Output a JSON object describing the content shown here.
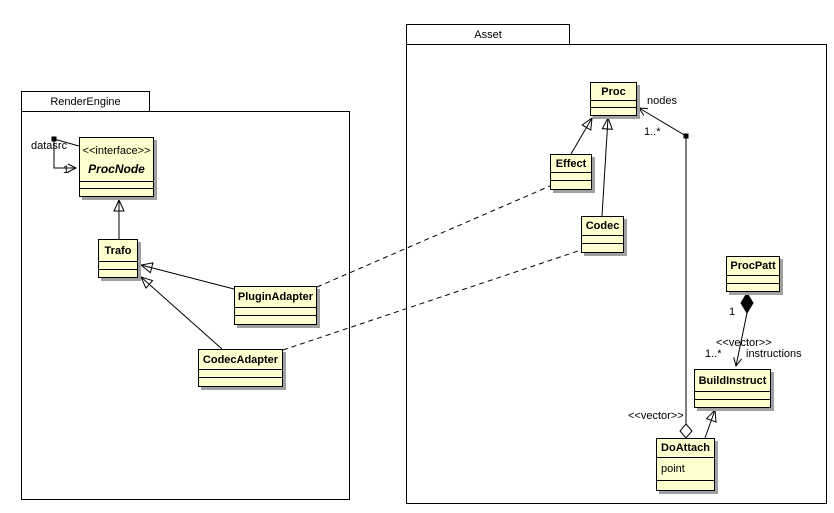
{
  "packages": {
    "render_engine": {
      "name": "RenderEngine"
    },
    "asset": {
      "name": "Asset"
    }
  },
  "classes": {
    "proc_node": {
      "stereotype": "<<interface>>",
      "name": "ProcNode"
    },
    "trafo": {
      "name": "Trafo"
    },
    "plugin_adapter": {
      "name": "PluginAdapter"
    },
    "codec_adapter": {
      "name": "CodecAdapter"
    },
    "proc": {
      "name": "Proc"
    },
    "effect": {
      "name": "Effect"
    },
    "codec": {
      "name": "Codec"
    },
    "proc_patt": {
      "name": "ProcPatt"
    },
    "build_instruct": {
      "name": "BuildInstruct"
    },
    "do_attach": {
      "name": "DoAttach",
      "attributes": [
        "point"
      ]
    }
  },
  "edge_labels": {
    "datasrc_name": "datasrc",
    "datasrc_multiplicity": "1",
    "nodes_name": "nodes",
    "nodes_multiplicity": "1..*",
    "attach_stereotype": "<<vector>>",
    "procpatt_multiplicity": "1",
    "instructions_stereotype": "<<vector>>",
    "instructions_multiplicity": "1..*",
    "instructions_name": "instructions"
  },
  "relationships": [
    "Trafo --|> ProcNode",
    "PluginAdapter --|> Trafo",
    "CodecAdapter --|> Trafo",
    "Effect --|> Proc",
    "Codec --|> Proc",
    "DoAttach --|> BuildInstruct",
    "PluginAdapter .. Effect",
    "CodecAdapter .. Codec",
    "DoAttach o-- Proc : nodes 1..*",
    "ProcPatt *--> BuildInstruct : instructions 1..*",
    "ProcNode --> ProcNode : datasrc 1"
  ],
  "colors": {
    "class_fill": "#fefece",
    "line": "#000000",
    "shadow": "#a0a0a0",
    "background": "#ffffff"
  }
}
